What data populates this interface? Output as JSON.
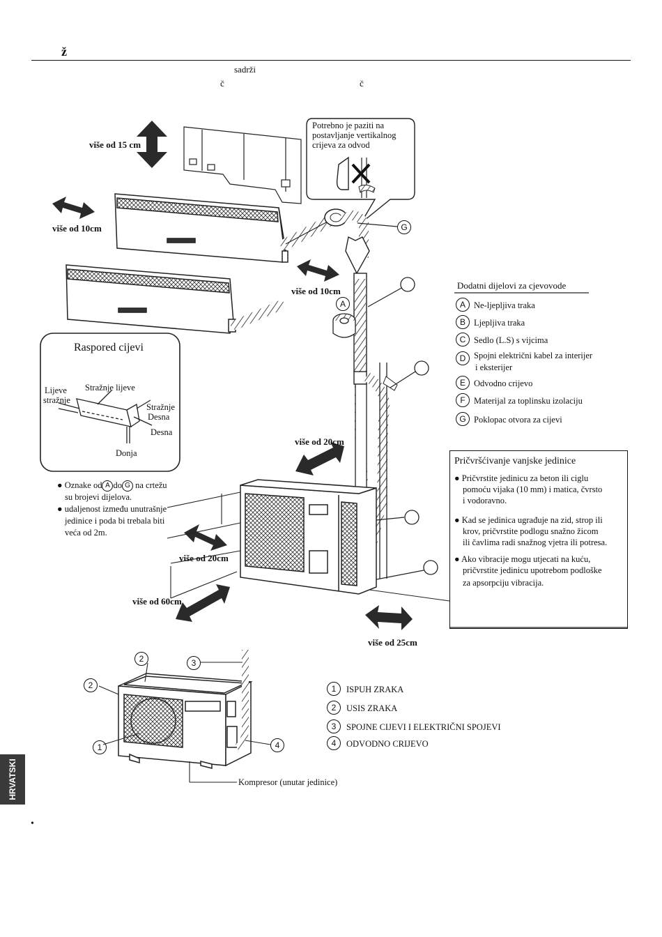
{
  "header": {
    "title_char": "ž",
    "fragment_1": "sadrži",
    "fragment_2": "č",
    "fragment_3": "č"
  },
  "clearances": {
    "top": "više od 15 cm",
    "side_left": "više od 10cm",
    "side_right": "više od 10cm",
    "outdoor_top": "više od 20cm",
    "outdoor_side": "više od 20cm",
    "outdoor_back": "više od 60cm",
    "outdoor_front": "više od 25cm"
  },
  "callout_note": [
    "Potrebno je paziti na",
    "postavljanje vertikalnog",
    "crijeva za odvod"
  ],
  "callout_letters": {
    "g": "G",
    "a": "A"
  },
  "piping_layout": {
    "title": "Raspored cijevi",
    "labels": {
      "rear_left": "Stražnje lijeve",
      "left_rear_1": "Lijeve",
      "left_rear_2": "stražnje",
      "rear_right_1": "Stražnje",
      "rear_right_2": "Desna",
      "right": "Desna",
      "bottom": "Donja"
    }
  },
  "notes": {
    "note1_a": "Oznake od",
    "note1_letter_a": "A",
    "note1_b": "do",
    "note1_letter_g": "G",
    "note1_c": "na crtežu",
    "note1_line2": "su brojevi dijelova.",
    "note2": [
      "udaljenost između unutrašnje",
      "jedinice i poda bi trebala biti",
      "veća od 2m."
    ]
  },
  "parts": {
    "title": "Dodatni dijelovi za cjevovode",
    "items": [
      {
        "letter": "A",
        "label": "Ne-ljepljiva traka"
      },
      {
        "letter": "B",
        "label": "Ljepljiva traka"
      },
      {
        "letter": "C",
        "label": "Sedlo (L.S) s vijcima"
      },
      {
        "letter": "D",
        "label": "Spojni električni kabel za interijer",
        "label2": "i eksterijer"
      },
      {
        "letter": "E",
        "label": "Odvodno crijevo"
      },
      {
        "letter": "F",
        "label": "Materijal za toplinsku izolaciju"
      },
      {
        "letter": "G",
        "label": "Poklopac otvora za cijevi"
      }
    ]
  },
  "outdoor_fixing": {
    "title": "Pričvršćivanje vanjske jedinice",
    "bullets": [
      [
        "Pričvrstite jedinicu za beton ili ciglu",
        "pomoću vijaka (10 mm) i matica, čvrsto",
        "i vodoravno."
      ],
      [
        "Kad se jedinica ugrađuje na zid, strop ili",
        "krov, pričvrstite podlogu snažno žicom",
        "ili čavlima radi snažnog vjetra ili potresa."
      ],
      [
        "Ako vibracije mogu utjecati na kuću,",
        "pričvrstite jedinicu upotrebom podloške",
        "za apsorpciju  vibracija."
      ]
    ]
  },
  "outdoor_legend": {
    "items": [
      {
        "num": "1",
        "label": "ISPUH ZRAKA"
      },
      {
        "num": "2",
        "label": "USIS ZRAKA"
      },
      {
        "num": "3",
        "label": "SPOJNE CIJEVI I ELEKTRIČNI SPOJEVI"
      },
      {
        "num": "4",
        "label": "ODVODNO CRIJEVO"
      }
    ],
    "callouts": [
      "2",
      "2",
      "3",
      "1",
      "4"
    ],
    "compressor": "Kompresor (unutar jedinice)"
  },
  "side_tab": "HRVATSKI",
  "footer_bullet": "•"
}
